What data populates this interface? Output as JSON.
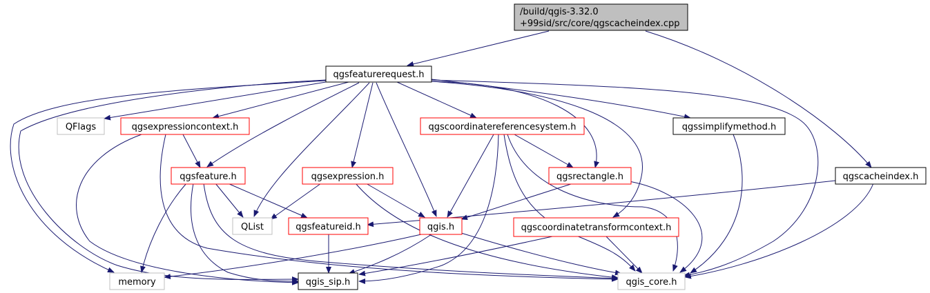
{
  "colors": {
    "edge": "#191970",
    "border_red": "#ff0000",
    "border_black": "#000000",
    "border_gray": "#bfbfbf",
    "root_fill": "#bfbfbf",
    "node_fill": "#ffffff"
  },
  "nodes": {
    "root": {
      "line1": "/build/qgis-3.32.0",
      "line2": "+99sid/src/core/qgscacheindex.cpp"
    },
    "featurerequest": {
      "label": "qgsfeaturerequest.h"
    },
    "qflags": {
      "label": "QFlags"
    },
    "expressioncontext": {
      "label": "qgsexpressioncontext.h"
    },
    "crs": {
      "label": "qgscoordinatereferencesystem.h"
    },
    "simplifymethod": {
      "label": "qgssimplifymethod.h"
    },
    "cacheindex": {
      "label": "qgscacheindex.h"
    },
    "feature": {
      "label": "qgsfeature.h"
    },
    "expression": {
      "label": "qgsexpression.h"
    },
    "rectangle": {
      "label": "qgsrectangle.h"
    },
    "qlist": {
      "label": "QList"
    },
    "featureid": {
      "label": "qgsfeatureid.h"
    },
    "qgis": {
      "label": "qgis.h"
    },
    "transformcontext": {
      "label": "qgscoordinatetransformcontext.h"
    },
    "memory": {
      "label": "memory"
    },
    "qgis_sip": {
      "label": "qgis_sip.h"
    },
    "qgis_core": {
      "label": "qgis_core.h"
    }
  }
}
